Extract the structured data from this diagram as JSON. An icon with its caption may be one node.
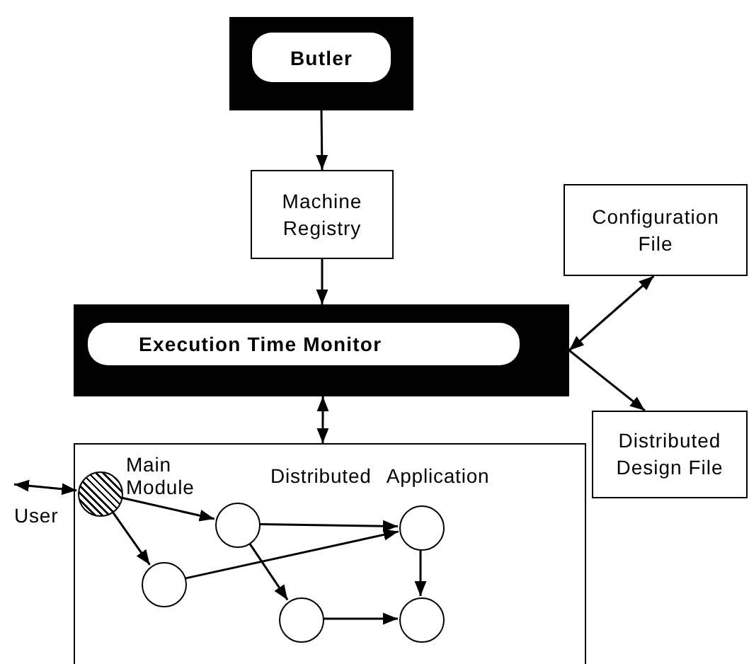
{
  "diagram": {
    "nodes": [
      {
        "text": [
          "Butler"
        ]
      },
      {
        "text": [
          "Machine Registry"
        ]
      },
      {
        "text": [
          "Execution Time Monitor"
        ]
      },
      {
        "text": [
          "Configuration File"
        ]
      },
      {
        "text": [
          "Distributed Design File"
        ]
      },
      {
        "text": [
          "Distributed Application"
        ]
      },
      {
        "text": [],
        "shape": "circle",
        "in": 5,
        "beside": [
          "Main Module"
        ]
      },
      {
        "text": [],
        "shape": "circle",
        "in": 5
      },
      {
        "text": [],
        "shape": "circle",
        "in": 5
      },
      {
        "text": [],
        "shape": "circle",
        "in": 5
      },
      {
        "text": [],
        "shape": "circle",
        "in": 5
      },
      {
        "text": [],
        "shape": "circle",
        "in": 5
      },
      {
        "text": [
          "User"
        ]
      }
    ],
    "edges": [
      {
        "from": 0,
        "to": 1,
        "arrow": "to"
      },
      {
        "from": 1,
        "to": 2,
        "arrow": "to"
      },
      {
        "from": 2,
        "to": 3,
        "arrow": "both"
      },
      {
        "from": 2,
        "to": 4,
        "arrow": "to"
      },
      {
        "from": 2,
        "to": 5,
        "arrow": "both"
      },
      {
        "from": 12,
        "to": 6,
        "arrow": "both"
      },
      {
        "from": 6,
        "to": 8,
        "arrow": "to"
      },
      {
        "from": 6,
        "to": 7,
        "arrow": "to"
      },
      {
        "from": 8,
        "to": 10,
        "arrow": "to"
      },
      {
        "from": 8,
        "to": 9,
        "arrow": "to"
      },
      {
        "from": 7,
        "to": 10,
        "arrow": "to"
      },
      {
        "from": 10,
        "to": 11,
        "arrow": "to"
      },
      {
        "from": 9,
        "to": 11,
        "arrow": "to"
      }
    ],
    "labels": []
  }
}
